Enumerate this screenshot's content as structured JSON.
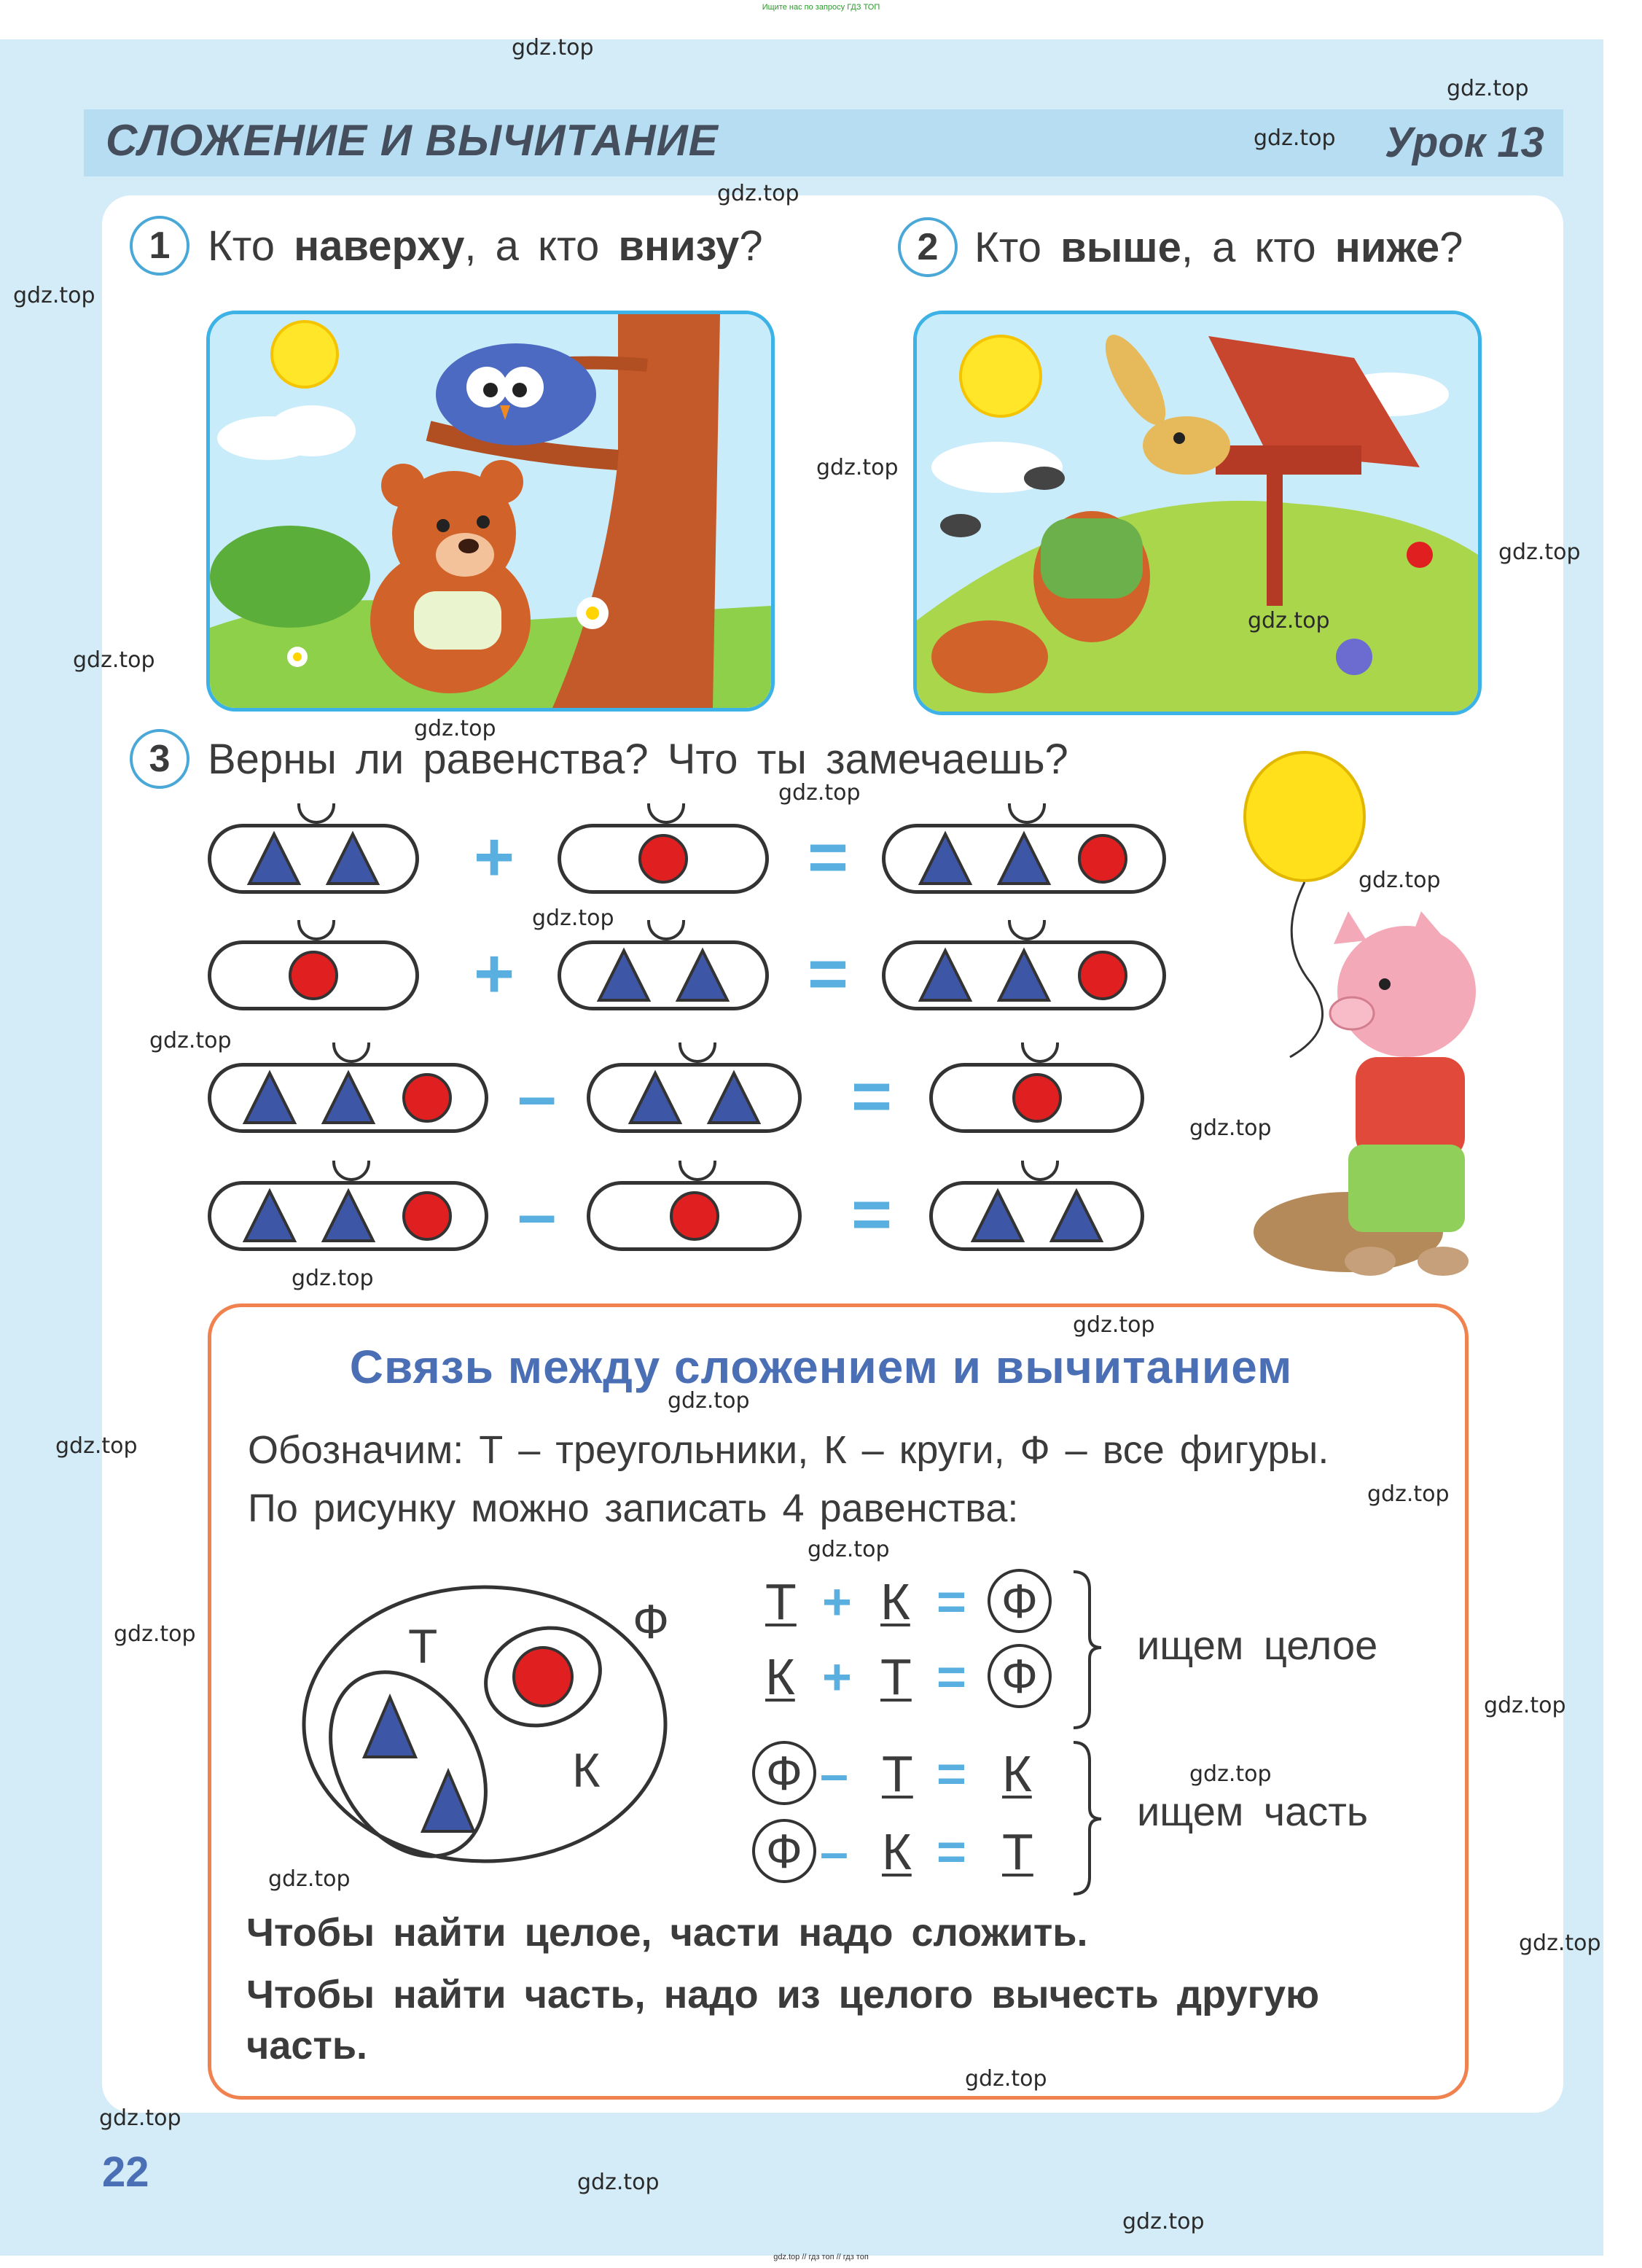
{
  "top_notice": "Ищите нас по запросу ГДЗ ТОП",
  "bottom_notice": "gdz.top // гдз топ // гдз топ",
  "watermark": "gdz.top",
  "header": {
    "section_title": "СЛОЖЕНИЕ И ВЫЧИТАНИЕ",
    "lesson": "Урок 13"
  },
  "tasks": [
    {
      "number": "1",
      "parts": [
        "Кто ",
        "наверху",
        ", а кто ",
        "внизу",
        "?"
      ]
    },
    {
      "number": "2",
      "parts": [
        "Кто ",
        "выше",
        ", а кто ",
        "ниже",
        "?"
      ]
    },
    {
      "number": "3",
      "text": "Верны ли равенства? Что ты замечаешь?"
    }
  ],
  "equations": [
    {
      "left": [
        "triangle",
        "triangle"
      ],
      "op": "+",
      "right": [
        "circle"
      ],
      "eq": "=",
      "result": [
        "triangle",
        "triangle",
        "circle"
      ]
    },
    {
      "left": [
        "circle"
      ],
      "op": "+",
      "right": [
        "triangle",
        "triangle"
      ],
      "eq": "=",
      "result": [
        "triangle",
        "triangle",
        "circle"
      ]
    },
    {
      "left": [
        "triangle",
        "triangle",
        "circle"
      ],
      "op": "–",
      "right": [
        "triangle",
        "triangle"
      ],
      "eq": "=",
      "result": [
        "circle"
      ]
    },
    {
      "left": [
        "triangle",
        "triangle",
        "circle"
      ],
      "op": "–",
      "right": [
        "circle"
      ],
      "eq": "=",
      "result": [
        "triangle",
        "triangle"
      ]
    }
  ],
  "info": {
    "title": "Связь между сложением и вычитанием",
    "notation": "Обозначим: Т – треугольники, К – круги, Ф – все фигуры.",
    "intro": "По рисунку можно записать 4 равенства:",
    "diagram_labels": {
      "triangles": "Т",
      "circles": "К",
      "all": "Ф"
    },
    "whole_equations": [
      {
        "a": "Т",
        "op": "+",
        "b": "К",
        "eq": "=",
        "c": "Ф"
      },
      {
        "a": "К",
        "op": "+",
        "b": "Т",
        "eq": "=",
        "c": "Ф"
      }
    ],
    "part_equations": [
      {
        "a": "Ф",
        "op": "–",
        "b": "Т",
        "eq": "=",
        "c": "К"
      },
      {
        "a": "Ф",
        "op": "–",
        "b": "К",
        "eq": "=",
        "c": "Т"
      }
    ],
    "whole_label": "ищем целое",
    "part_label": "ищем часть",
    "rule_1": "Чтобы найти целое, части надо сложить.",
    "rule_2_line1": "Чтобы найти часть, надо из целого вычесть другую",
    "rule_2_line2": "часть."
  },
  "page_number": "22",
  "colors": {
    "triangle": "#3d56a6",
    "circle": "#e02020",
    "operator": "#59b0e0",
    "frame": "#f08250",
    "title": "#4b6fb5"
  }
}
